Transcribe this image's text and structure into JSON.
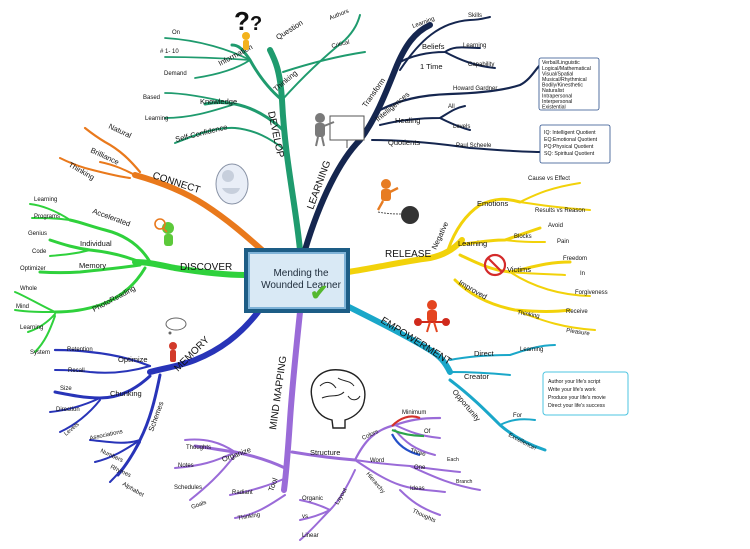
{
  "center": {
    "title": "Mending the Wounded Learner",
    "check_icon": "checkmark-icon"
  },
  "colors": {
    "develop": "#1f9b6e",
    "learning": "#15264f",
    "release": "#f2d20a",
    "empowerment": "#1aa7c9",
    "mind_mapping": "#9a6bd8",
    "memory": "#2834b8",
    "discover": "#2fd13c",
    "connect": "#e9791c"
  },
  "develop": {
    "main": "DEVELOP",
    "question": "Question",
    "authors": "Authors",
    "thinking": "Thinking",
    "critical": "Critical",
    "information": "Information",
    "on": "On",
    "num": "# 1- 10",
    "demand": "Demand",
    "knowledge": "Knowledge",
    "based": "Based",
    "learning": "Learning",
    "self_confidence": "Self-Confidence"
  },
  "learning": {
    "main": "LEARNING",
    "transform": "Transform",
    "learning": "Learning",
    "skills": "Skills",
    "beliefs": "Beliefs",
    "learning2": "Learning",
    "capability": "Capability",
    "one_time": "1 Time",
    "intelligences": "Intelligences",
    "howard_gardner": "Howard Gardner",
    "healing": "Healing",
    "all": "All",
    "levels": "Levels",
    "quotients": "Quotients",
    "paul_scheele": "Paul Scheele",
    "gardner_note": [
      "Verbal/Linguistic",
      "Logical/Mathematical",
      "Visual/Spatial",
      "Musical/Rhythmical",
      "Bodily/Kinesthetic",
      "Naturalist",
      "Intrapersonal",
      "Interpersonal",
      "Existential"
    ],
    "quotient_note": [
      "IQ: Intelligent Quotient",
      "EQ:Emotional Quotient",
      "PQ:Physical Quotient",
      "SQ: Spiritual Quotient"
    ]
  },
  "release": {
    "main": "RELEASE",
    "negative": "Negative",
    "emotions": "Emotions",
    "cause_vs_effect": "Cause vs Effect",
    "results_vs_reason": "Results vs Reason",
    "learning": "Learning",
    "blocks": "Blocks",
    "avoid": "Avoid",
    "pain": "Pain",
    "victims": "Victims",
    "freedom": "Freedom",
    "in": "In",
    "forgiveness": "Forgiveness",
    "improved": "Improved",
    "thinking": "Thinking",
    "receive": "Receive",
    "pleasure": "Pleasure"
  },
  "empowerment": {
    "main": "EMPOWERMENT",
    "direct": "Direct",
    "learning": "Learning",
    "creator": "Creator",
    "opportunity": "Opportunity",
    "for": "For",
    "excellence": "Excellence!",
    "creator_note": [
      "Author your life's script",
      "Write your life's work",
      "Produce your life's movie",
      "Direct your life's success"
    ]
  },
  "mind_mapping": {
    "main": "MIND MAPPING",
    "tool": "Tool",
    "organize": "Organize",
    "thoughts": "Thoughts",
    "notes": "Notes",
    "schedules": "Schedules",
    "goals": "Goals",
    "radiant": "Radiant",
    "thinking": "Thinking",
    "structure": "Structure",
    "colors": "Colors",
    "minimum": "Minimum",
    "of": "Of",
    "three": "Three",
    "word": "Word",
    "one": "One",
    "each": "Each",
    "branch": "Branch",
    "hierarchy": "Hierarchy",
    "ideas": "Ideas",
    "thoughts2": "Thoughts",
    "layout": "Layout",
    "organic": "Organic",
    "vs": "vs",
    "linear": "Linear"
  },
  "memory": {
    "main": "MEMORY",
    "optimize": "Optimize",
    "retention": "Retention",
    "recall": "Recall",
    "chunking": "Chunking",
    "size": "Size",
    "direction": "Direction",
    "levels": "Levels",
    "schemes": "Schemes",
    "associations": "Associations",
    "numbers": "Numbers",
    "rhymes": "Rhymes",
    "alphabet": "Alphabet"
  },
  "discover": {
    "main": "DISCOVER",
    "accelerated": "Accelerated",
    "learning": "Learning",
    "programs": "Programs",
    "individual": "Individual",
    "genius": "Genius",
    "code": "Code",
    "memory": "Memory",
    "optimizer": "Optimizer",
    "photoreading": "PhotoReading",
    "whole": "Whole",
    "mind": "Mind",
    "learning2": "Learning",
    "system": "System"
  },
  "connect": {
    "main": "CONNECT",
    "natural": "Natural",
    "brilliance": "Brilliance",
    "thinking": "Thinking"
  },
  "icons": [
    "question-marks-figure-icon",
    "presenter-figure-icon",
    "ball-and-chain-figure-icon",
    "no-symbol-icon",
    "weightlifter-figure-icon",
    "brain-head-icon",
    "thinking-figure-icon",
    "magnifier-figure-icon",
    "thought-bubble-figure-icon"
  ]
}
